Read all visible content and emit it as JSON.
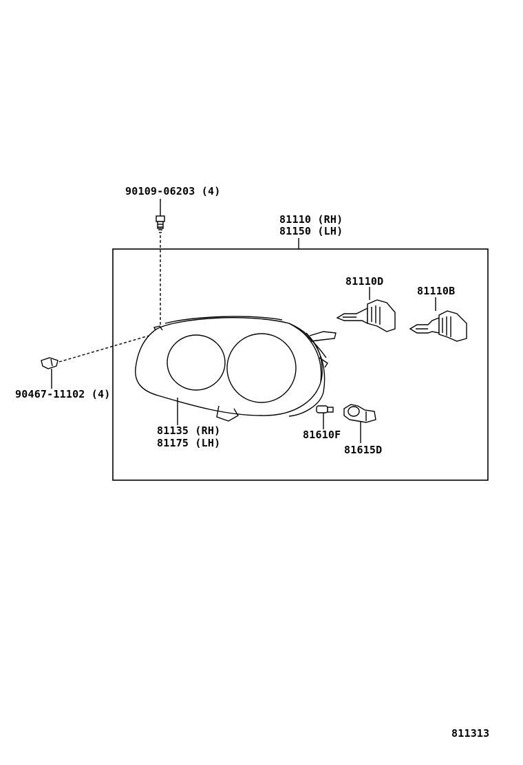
{
  "labels": {
    "bolt": "90109-06203 (4)",
    "headlamp_rh": "81110 (RH)",
    "headlamp_lh": "81150 (LH)",
    "bulb_d": "81110D",
    "bulb_b": "81110B",
    "nut": "90467-11102 (4)",
    "lens_rh": "81135 (RH)",
    "lens_lh": "81175 (LH)",
    "bulb_f": "81610F",
    "socket_d": "81615D",
    "diagram_code": "811313"
  }
}
